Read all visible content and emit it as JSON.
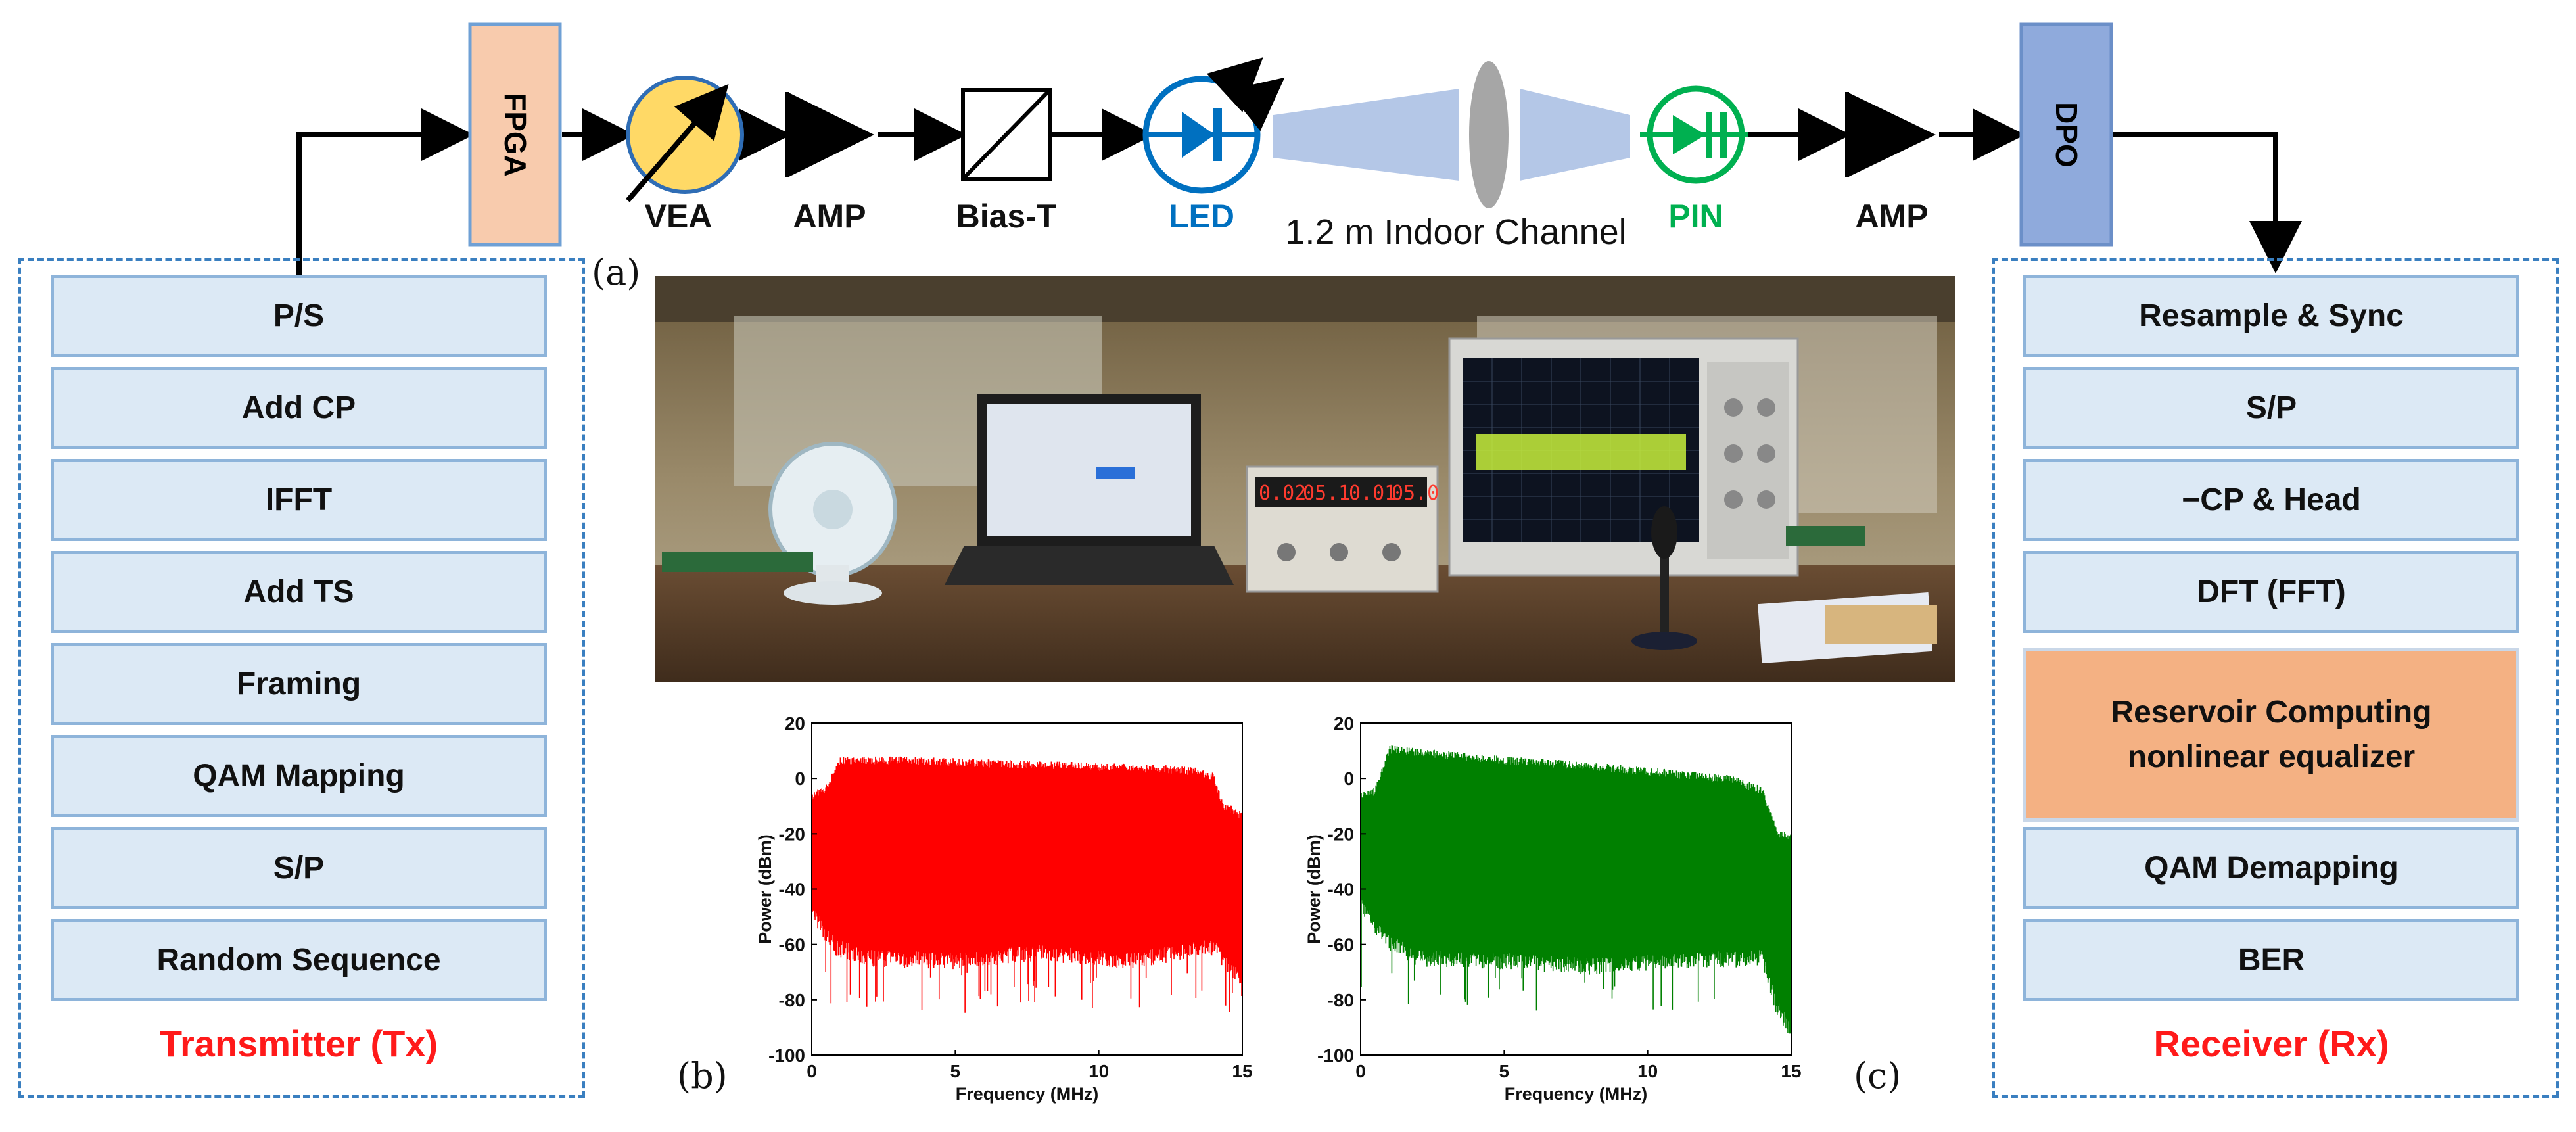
{
  "top_chain": {
    "fpga": "FPGA",
    "vea": "VEA",
    "amp1": "AMP",
    "bias_t": "Bias-T",
    "led": "LED",
    "channel": "1.2 m Indoor Channel",
    "pin": "PIN",
    "amp2": "AMP",
    "dpo": "DPO"
  },
  "colors": {
    "fpga_fill": "#f8cbad",
    "dpo_fill": "#8faadc",
    "vea_fill": "#ffd966",
    "led": "#0070c0",
    "pin": "#00b050",
    "frame": "#2e75b6",
    "title_red": "#ff0000",
    "tx_spectrum": "#ff0000",
    "rx_spectrum": "#008000"
  },
  "transmitter": {
    "title": "Transmitter (Tx)",
    "blocks": [
      "P/S",
      "Add CP",
      "IFFT",
      "Add TS",
      "Framing",
      "QAM Mapping",
      "S/P",
      "Random Sequence"
    ]
  },
  "receiver": {
    "title": "Receiver (Rx)",
    "blocks": [
      "Resample & Sync",
      "S/P",
      "−CP & Head",
      "DFT (FFT)",
      "Reservoir Computing\nnonlinear equalizer",
      "QAM Demapping",
      "BER"
    ]
  },
  "panels": {
    "a": "(a)",
    "b": "(b)",
    "c": "(c)"
  },
  "photo": {
    "psu_left": "0.02",
    "psu_left2": "05.1",
    "psu_right": "0.01",
    "psu_right2": "05.0"
  },
  "chart_data": [
    {
      "type": "area",
      "id": "b",
      "xlabel": "Frequency (MHz)",
      "ylabel": "Power (dBm)",
      "xlim": [
        0,
        15
      ],
      "ylim": [
        -100,
        20
      ],
      "xticks": [
        0,
        5,
        10,
        15
      ],
      "yticks": [
        20,
        0,
        -20,
        -40,
        -60,
        -80,
        -100
      ],
      "series": [
        {
          "upper_envelope": [
            [
              0,
              -5
            ],
            [
              0.5,
              -2
            ],
            [
              1,
              8
            ],
            [
              3,
              8
            ],
            [
              6,
              7
            ],
            [
              9,
              6
            ],
            [
              12,
              5
            ],
            [
              13.5,
              4
            ],
            [
              14,
              2
            ],
            [
              14.3,
              -8
            ],
            [
              15,
              -12
            ]
          ],
          "lower_envelope": [
            [
              0,
              -45
            ],
            [
              0.8,
              -58
            ],
            [
              2,
              -62
            ],
            [
              5,
              -63
            ],
            [
              8,
              -60
            ],
            [
              11,
              -63
            ],
            [
              14,
              -58
            ],
            [
              14.5,
              -65
            ],
            [
              15,
              -70
            ]
          ],
          "min_spike": -85
        }
      ]
    },
    {
      "type": "area",
      "id": "c",
      "xlabel": "Frequency (MHz)",
      "ylabel": "Power (dBm)",
      "xlim": [
        0,
        15
      ],
      "ylim": [
        -100,
        20
      ],
      "xticks": [
        0,
        5,
        10,
        15
      ],
      "yticks": [
        20,
        0,
        -20,
        -40,
        -60,
        -80,
        -100
      ],
      "series": [
        {
          "upper_envelope": [
            [
              0,
              -5
            ],
            [
              0.5,
              -3
            ],
            [
              1,
              12
            ],
            [
              2,
              11
            ],
            [
              5,
              8
            ],
            [
              8,
              6
            ],
            [
              11,
              3
            ],
            [
              13,
              1
            ],
            [
              14,
              -3
            ],
            [
              14.5,
              -18
            ],
            [
              15,
              -20
            ]
          ],
          "lower_envelope": [
            [
              0,
              -42
            ],
            [
              0.8,
              -55
            ],
            [
              2,
              -62
            ],
            [
              5,
              -63
            ],
            [
              8,
              -65
            ],
            [
              11,
              -63
            ],
            [
              14,
              -62
            ],
            [
              14.5,
              -80
            ],
            [
              15,
              -88
            ]
          ],
          "min_spike": -85
        }
      ]
    }
  ]
}
